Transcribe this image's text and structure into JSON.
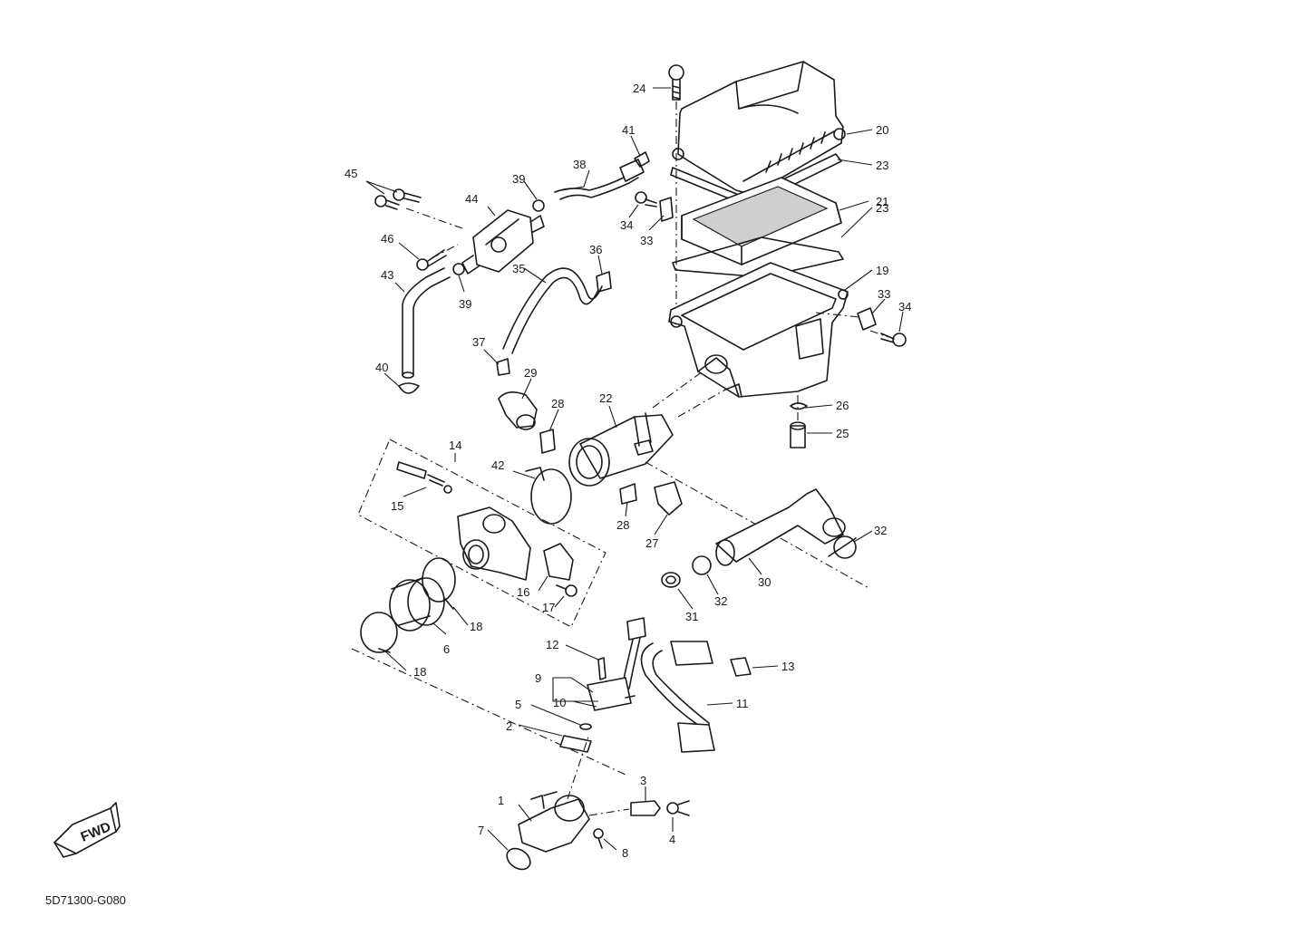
{
  "diagram": {
    "code": "5D71300-G080",
    "fwd_label": "FWD",
    "callouts": [
      "1",
      "2",
      "3",
      "4",
      "5",
      "6",
      "7",
      "8",
      "9",
      "10",
      "11",
      "12",
      "13",
      "14",
      "15",
      "16",
      "17",
      "18",
      "18",
      "19",
      "20",
      "21",
      "22",
      "23",
      "23",
      "24",
      "25",
      "26",
      "27",
      "28",
      "28",
      "29",
      "30",
      "31",
      "32",
      "32",
      "33",
      "33",
      "34",
      "34",
      "35",
      "36",
      "37",
      "38",
      "39",
      "39",
      "40",
      "41",
      "42",
      "43",
      "44",
      "45",
      "46"
    ]
  }
}
